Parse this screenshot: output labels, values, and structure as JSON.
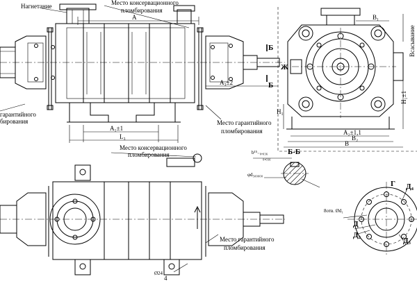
{
  "views": {
    "top_left": {
      "label_discharge": "Нагнетание",
      "label_conservation_seal": "Место консервационного",
      "label_conservation_seal_2": "пломбирования",
      "dim_A": "A",
      "dim_A3": "A₃±2",
      "dim_A1": "A₁±1",
      "dim_L3": "L₃",
      "label_warranty_left_1": "гарантийного",
      "label_warranty_left_2": "бирования",
      "label_warranty_right_1": "Место гарантийного",
      "label_warranty_right_2": "пломбирования",
      "section_B_top": "Б",
      "section_B_bottom": "Б"
    },
    "top_right": {
      "dim_B1": "B₁",
      "dim_B2": "B₂",
      "dim_B": "B",
      "dim_A2": "A₂±1,1",
      "dim_H1": "H₁",
      "dim_H1_tol": "H₁±1",
      "label_suction": "Всасывание",
      "label_zh": "Ж"
    },
    "section_bb": {
      "title": "Б-Б",
      "dim_shaft_1": "b¹⁵₋₀,₀₃₆",
      "dim_shaft_2": "₀,₀₃₆",
      "dim_diameter": "φd₅₀₀₀₀₀"
    },
    "bottom_left": {
      "label_conservation_seal": "Место консервационного",
      "label_conservation_seal_2": "пломбирования",
      "label_warranty_1": "Место гарантийного",
      "label_warranty_2": "пломбирования",
      "dim_phi24": "Ø24",
      "dim_4": "4"
    },
    "flange_view": {
      "label_G": "Г",
      "label_D4": "Д₄",
      "label_D": "Д",
      "label_D2": "Д₂",
      "label_D3": "Д₃",
      "label_holes": "8отв. Ød₁"
    }
  }
}
